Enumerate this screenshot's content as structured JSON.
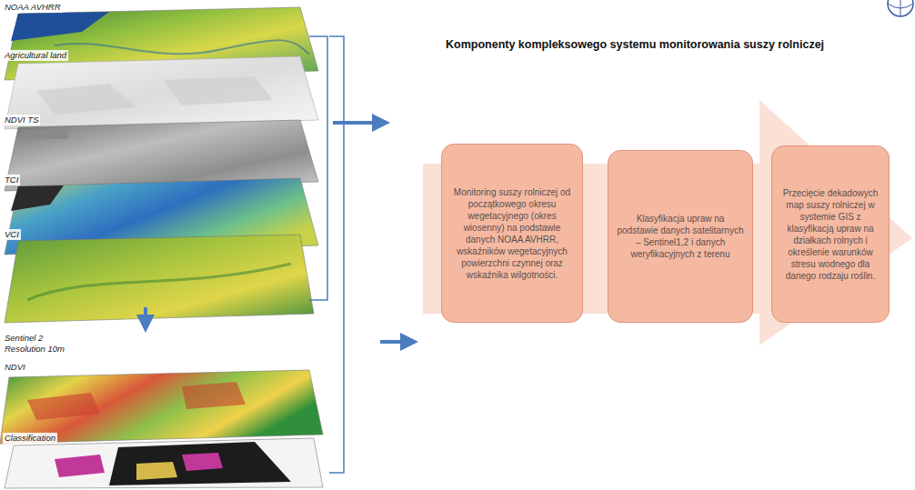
{
  "diagram": {
    "title": "Komponenty kompleksowego systemu monitorowania suszy rolniczej",
    "nodes": [
      {
        "text": [
          "Monitoring suszy rolniczej od początkowego okresu wegetacyjnego (okres wiosenny) na podstawie danych NOAA AVHRR, wskaźników wegetacyjnych powierzchni czynnej oraz wskaźnika wilgotności."
        ]
      },
      {
        "text": [
          "Klasyfikacja upraw na podstawie danych satelitarnych – Sentinel1,2 i danych weryfikacyjnych z terenu"
        ]
      },
      {
        "text": [
          "Przecięcie dekadowych map suszy rolniczej w systemie GIS z klasyfikacją upraw na działkach rolnych i określenie warunków stresu wodnego dla danego rodzaju roślin."
        ]
      }
    ],
    "labels": [
      "NOAA AVHRR",
      "Agricultural land",
      "NDVI TS",
      "TCI",
      "VCI",
      "Sentinel 2 Resolution 10m",
      "NDVI",
      "Classification"
    ]
  }
}
